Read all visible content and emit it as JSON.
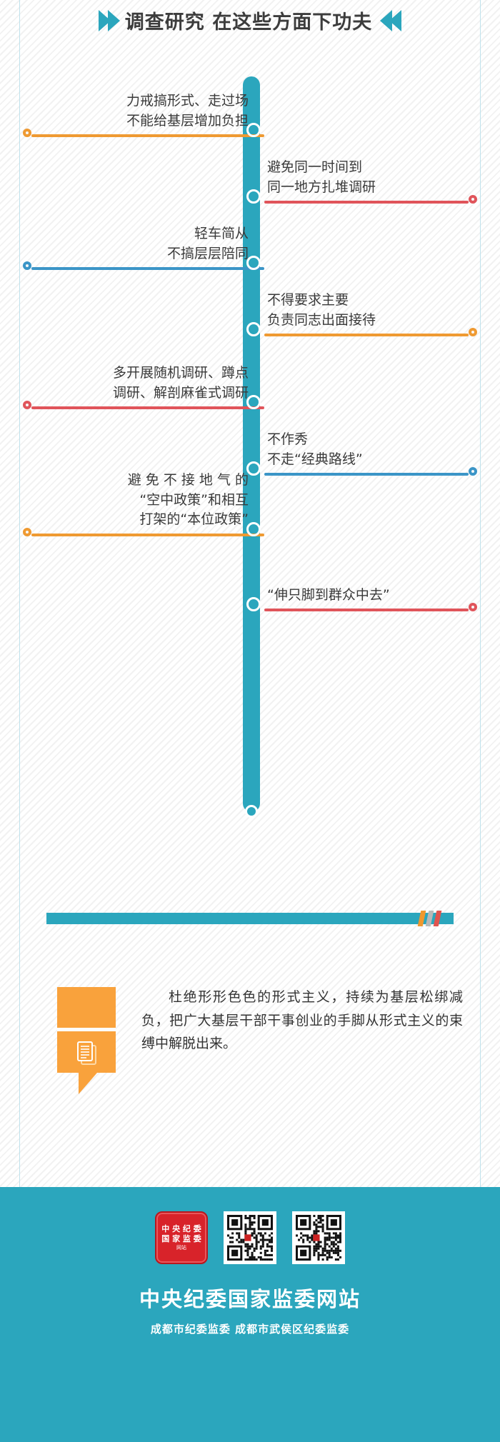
{
  "header": {
    "title": "调查研究 在这些方面下功夫",
    "chevron_right_icon": "double-chevron-right-icon",
    "chevron_left_icon": "double-chevron-left-icon",
    "accent_color": "#2ba6bd"
  },
  "timeline": {
    "spine_color": "#2ba6bd",
    "items": [
      {
        "side": "left",
        "color": "#ef9a32",
        "text": "力戒搞形式、走过场\n不能给基层增加负担"
      },
      {
        "side": "right",
        "color": "#e0545a",
        "text": "避免同一时间到\n同一地方扎堆调研"
      },
      {
        "side": "left",
        "color": "#3b95c7",
        "text": "轻车简从\n不搞层层陪同"
      },
      {
        "side": "right",
        "color": "#ef9a32",
        "text": "不得要求主要\n负责同志出面接待"
      },
      {
        "side": "left",
        "color": "#e0545a",
        "text": "多开展随机调研、蹲点\n调研、解剖麻雀式调研"
      },
      {
        "side": "right",
        "color": "#3b95c7",
        "text": "不作秀\n不走“经典路线”"
      },
      {
        "side": "left",
        "color": "#ef9a32",
        "text": "避 免 不 接 地 气 的\n“空中政策”和相互\n打架的“本位政策”"
      },
      {
        "side": "right",
        "color": "#e0545a",
        "text": "“伸只脚到群众中去”"
      }
    ]
  },
  "slider": {
    "track_color": "#2ba6bd",
    "marks": [
      "#f0982d",
      "#b9b9b9",
      "#e0544f"
    ]
  },
  "quote": {
    "icon": "document-stack-icon",
    "bubble_color": "#f9a23c",
    "text": "杜绝形形色色的形式主义，持续为基层松绑减负，把广大基层干部干事创业的手脚从形式主义的束缚中解脱出来。"
  },
  "footer": {
    "background_color": "#2ba6bd",
    "badge": {
      "line1": "中 央 纪 委",
      "line2": "国 家 监 委",
      "line3": "网站"
    },
    "qr_codes": [
      "qr-code-icon",
      "qr-code-icon"
    ],
    "title": "中央纪委国家监委网站",
    "subtitle": "成都市纪委监委  成都市武侯区纪委监委"
  }
}
